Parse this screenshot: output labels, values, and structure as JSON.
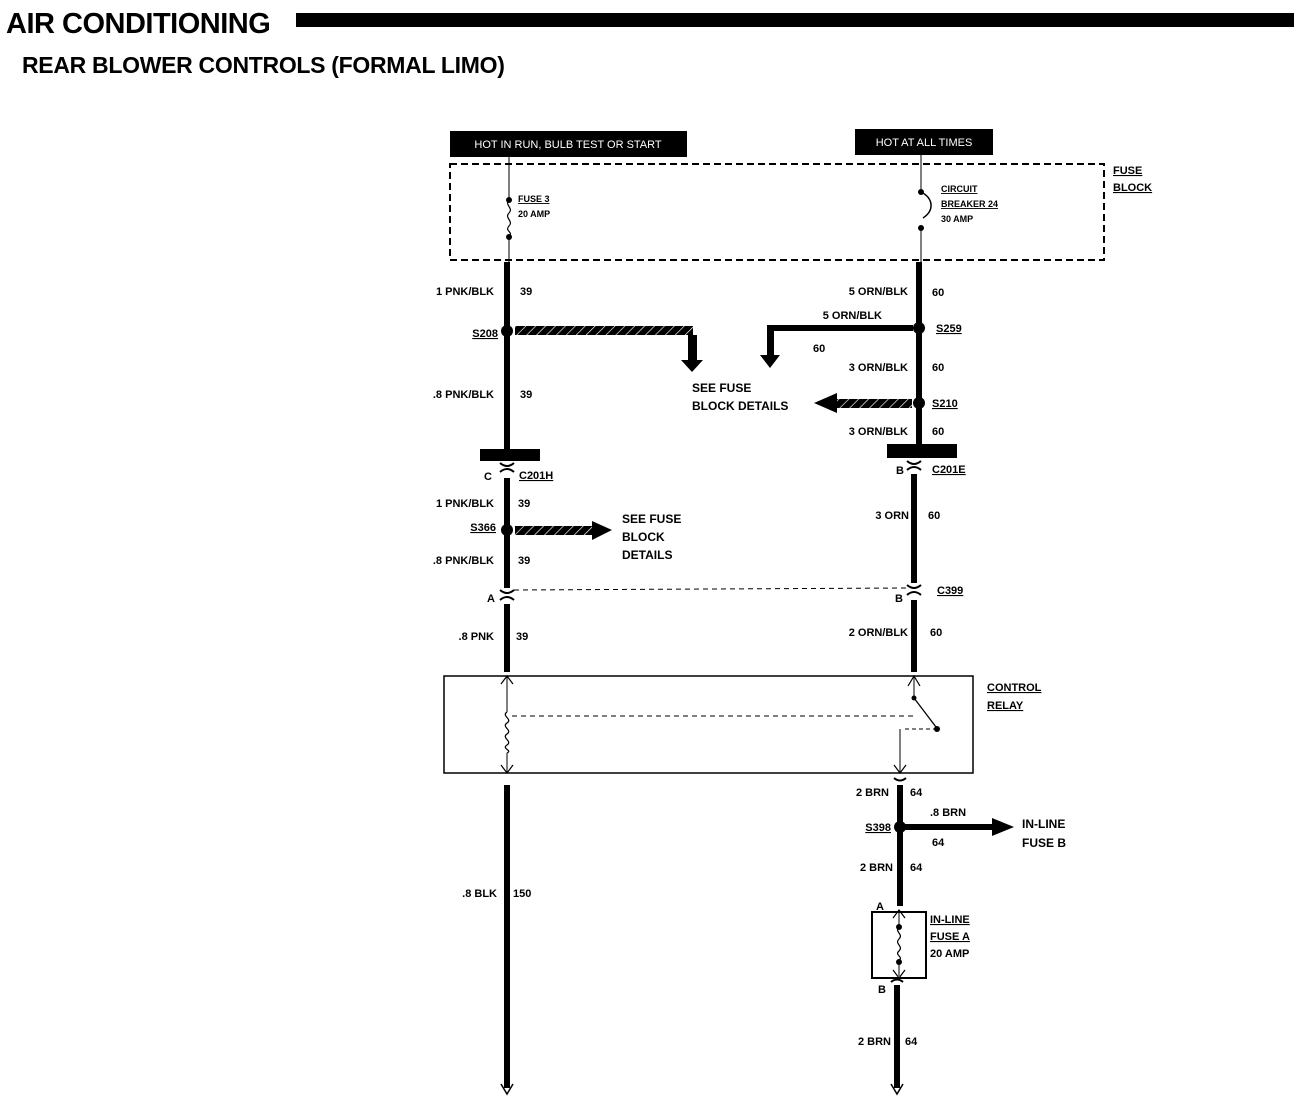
{
  "header": {
    "title": "AIR CONDITIONING",
    "subtitle": "REAR BLOWER CONTROLS (FORMAL LIMO)"
  },
  "power": {
    "left_source": "HOT IN RUN, BULB TEST OR START",
    "right_source": "HOT AT ALL TIMES"
  },
  "fuse_block": {
    "label_line1": "FUSE",
    "label_line2": "BLOCK",
    "fuse3_line1": "FUSE 3",
    "fuse3_line2": "20 AMP",
    "cb_line1": "CIRCUIT",
    "cb_line2": "BREAKER 24",
    "cb_line3": "30 AMP"
  },
  "left_circuit": {
    "w1": "1 PNK/BLK",
    "w1n": "39",
    "s208": "S208",
    "w2": ".8 PNK/BLK",
    "w2n": "39",
    "c201h_pin": "C",
    "c201h": "C201H",
    "w3": "1 PNK/BLK",
    "w3n": "39",
    "s366": "S366",
    "w4": ".8 PNK/BLK",
    "w4n": "39",
    "c399_pin": "A",
    "w5": ".8 PNK",
    "w5n": "39",
    "w6": ".8 BLK",
    "w6n": "150"
  },
  "right_circuit": {
    "w1": "5 ORN/BLK",
    "w1n": "60",
    "s259": "S259",
    "branch": "5 ORN/BLK",
    "branchn": "60",
    "w2": "3 ORN/BLK",
    "w2n": "60",
    "s210": "S210",
    "w3": "3 ORN/BLK",
    "w3n": "60",
    "c201e_pin": "B",
    "c201e": "C201E",
    "w4": "3 ORN",
    "w4n": "60",
    "c399_pin": "B",
    "c399": "C399",
    "w5": "2 ORN/BLK",
    "w5n": "60",
    "w6": "2 BRN",
    "w6n": "64",
    "s398": "S398",
    "branch2": ".8 BRN",
    "branch2n": "64",
    "w7": "2 BRN",
    "w7n": "64",
    "fuseA_pin_top": "A",
    "fuseA_pin_bot": "B",
    "w8": "2 BRN",
    "w8n": "64"
  },
  "references": {
    "see_fuse_1a": "SEE FUSE",
    "see_fuse_1b": "BLOCK DETAILS",
    "see_fuse_2a": "SEE FUSE",
    "see_fuse_2b": "BLOCK",
    "see_fuse_2c": "DETAILS",
    "inline_b_1": "IN-LINE",
    "inline_b_2": "FUSE B"
  },
  "control_relay": {
    "line1": "CONTROL",
    "line2": "RELAY"
  },
  "inline_fuse_a": {
    "line1": "IN-LINE",
    "line2": "FUSE A",
    "line3": "20 AMP"
  }
}
